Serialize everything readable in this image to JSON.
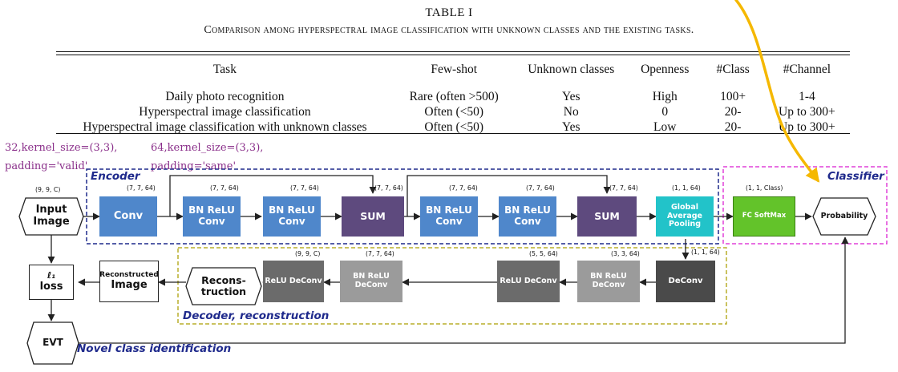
{
  "table": {
    "number": "TABLE I",
    "caption": "Comparison among hyperspectral image classification with unknown classes and the existing tasks.",
    "headers": [
      "Task",
      "Few-shot",
      "Unknown classes",
      "Openness",
      "#Class",
      "#Channel"
    ],
    "rows": [
      [
        "Daily photo recognition",
        "Rare (often >500)",
        "Yes",
        "High",
        "100+",
        "1-4"
      ],
      [
        "Hyperspectral image classification",
        "Often (<50)",
        "No",
        "0",
        "20-",
        "Up to 300+"
      ],
      [
        "Hyperspectral image classification with unknown classes",
        "Often (<50)",
        "Yes",
        "Low",
        "20-",
        "Up to 300+"
      ]
    ]
  },
  "annotations": {
    "line1_a": "32,kernel_size=(3,3),",
    "line1_b": "64,kernel_size=(3,3),",
    "line2_a": "padding='valid'",
    "line2_b": "padding='same'"
  },
  "diagram": {
    "regions": {
      "encoder": "Encoder",
      "classifier": "Classifier",
      "decoder": "Decoder, reconstruction",
      "novel": "Novel class identification"
    },
    "nodes": {
      "input": "Input Image",
      "conv": "Conv",
      "bn1": "BN ReLU Conv",
      "bn2": "BN ReLU Conv",
      "sum1": "SUM",
      "bn3": "BN ReLU Conv",
      "bn4": "BN ReLU Conv",
      "sum2": "SUM",
      "gap": "Global Average Pooling",
      "fc": "FC SoftMax",
      "prob": "Probability",
      "deconv": "DeConv",
      "dec_bn1": "BN ReLU DeConv",
      "dec_relu1": "ReLU DeConv",
      "dec_bn2": "BN ReLU DeConv",
      "dec_relu2": "ReLU DeConv",
      "recons": "Recons- truction",
      "recon_img_a": "Reconstructed",
      "recon_img_b": "Image",
      "loss_a": "ℓ₁",
      "loss_b": "loss",
      "evt": "EVT"
    },
    "dims": {
      "input": "(9, 9, C)",
      "conv": "(7, 7, 64)",
      "bn1": "(7, 7, 64)",
      "bn2": "(7, 7, 64)",
      "sum1": "(7, 7, 64)",
      "bn3": "(7, 7, 64)",
      "bn4": "(7, 7, 64)",
      "sum2": "(7, 7, 64)",
      "gap": "(1, 1, 64)",
      "fc": "(1, 1, Class)",
      "deconv": "(1, 1, 64)",
      "dec_bn1": "(3, 3, 64)",
      "dec_relu1": "(5, 5, 64)",
      "dec_bn2": "(7, 7, 64)",
      "dec_relu2": "(9, 9, C)"
    }
  },
  "colors": {
    "encoder_border": "#1f2a8c",
    "classifier_border": "#e040d8",
    "decoder_border": "#b9ad2a",
    "highlighter": "#f5b800",
    "annotation": "#8a2f8a"
  }
}
